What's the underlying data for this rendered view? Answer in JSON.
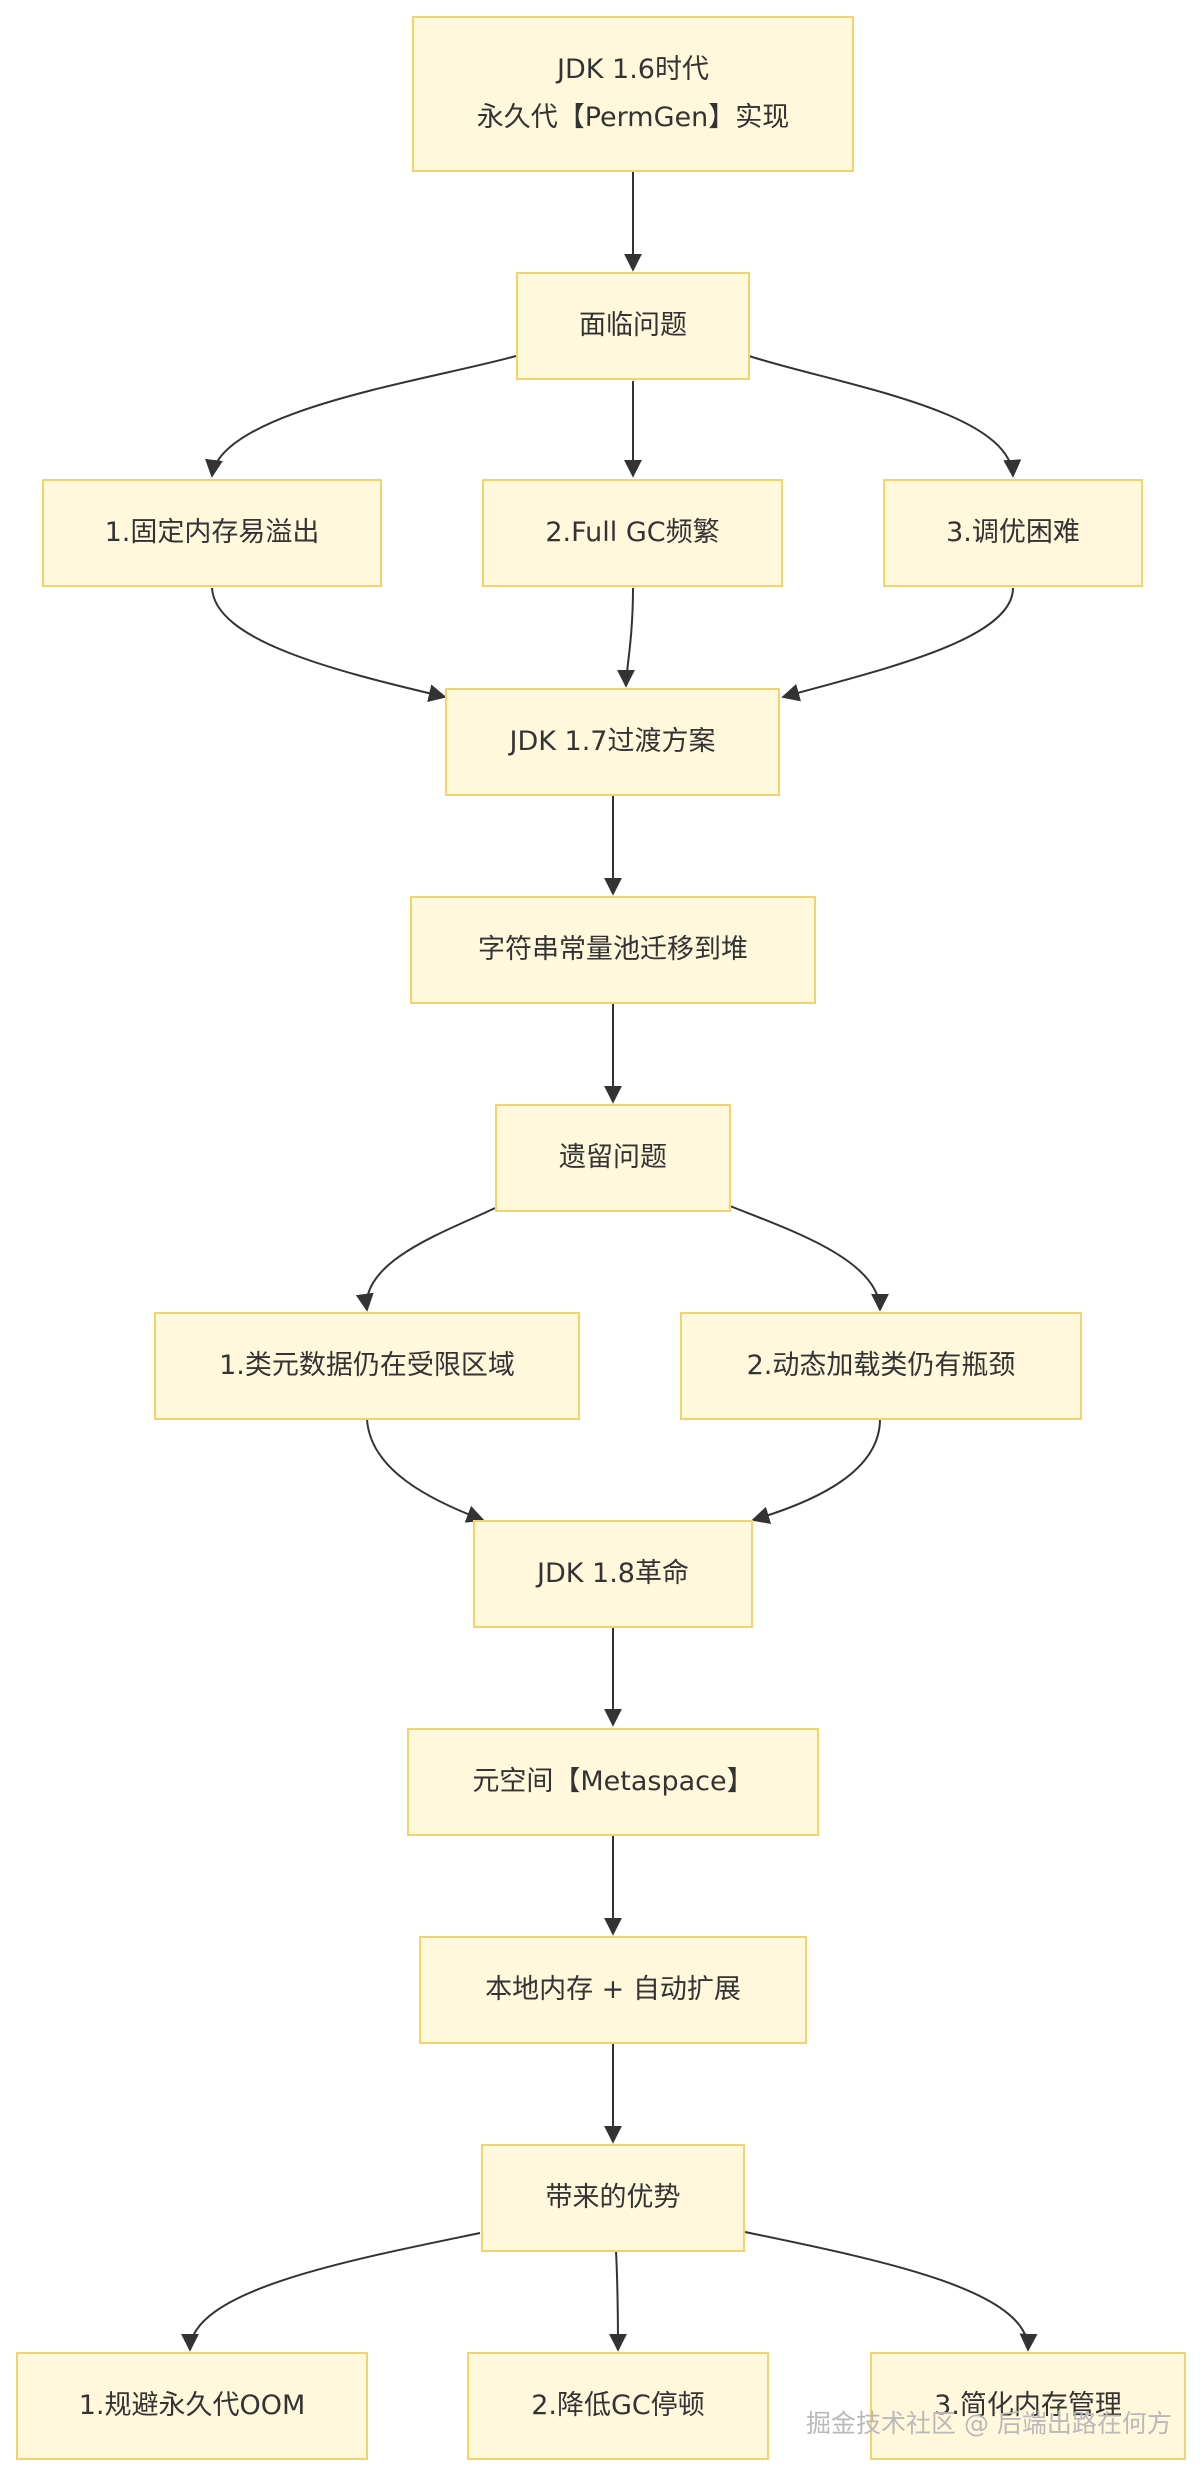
{
  "nodes": {
    "jdk16": {
      "line1": "JDK 1.6时代",
      "line2": "永久代【PermGen】实现"
    },
    "problems": "面临问题",
    "p1": "1.固定内存易溢出",
    "p2": "2.Full GC频繁",
    "p3": "3.调优困难",
    "jdk17": "JDK 1.7过渡方案",
    "string_pool": "字符串常量池迁移到堆",
    "legacy": "遗留问题",
    "l1": "1.类元数据仍在受限区域",
    "l2": "2.动态加载类仍有瓶颈",
    "jdk18": "JDK 1.8革命",
    "metaspace": "元空间【Metaspace】",
    "native": "本地内存 + 自动扩展",
    "advantages": "带来的优势",
    "a1": "1.规避永久代OOM",
    "a2": "2.降低GC停顿",
    "a3": "3.简化内存管理"
  },
  "watermark": "掘金技术社区 @ 后端出路在何方",
  "colors": {
    "node_fill": "#fff8dc",
    "node_border": "#f2d46a",
    "edge": "#333333",
    "text": "#333333"
  }
}
